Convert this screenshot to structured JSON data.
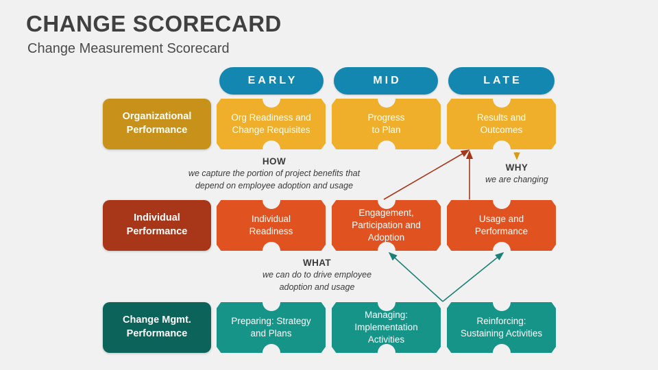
{
  "header": {
    "title": "CHANGE SCORECARD",
    "subtitle": "Change Measurement Scorecard"
  },
  "colors": {
    "background": "#f1f1f1",
    "tab_blue": "#1487b0",
    "gold_dark": "#c8921a",
    "gold_light": "#efaf2b",
    "rust_dark": "#a8371a",
    "rust_light": "#e0521f",
    "teal_dark": "#0b6359",
    "teal_light": "#169488",
    "arrow_red": "#a8371a",
    "arrow_teal": "#1a7f76",
    "arrow_gold": "#d99b12",
    "title_gray": "#404040"
  },
  "phases": [
    {
      "label": "EARLY"
    },
    {
      "label": "MID"
    },
    {
      "label": "LATE"
    }
  ],
  "rows": [
    {
      "label": "Organizational\nPerformance",
      "label_line1": "Organizational",
      "label_line2": "Performance",
      "cards": [
        {
          "line1": "Org Readiness and",
          "line2": "Change Requisites"
        },
        {
          "line1": "Progress",
          "line2": "to Plan"
        },
        {
          "line1": "Results and",
          "line2": "Outcomes"
        }
      ]
    },
    {
      "label": "Individual\nPerformance",
      "label_line1": "Individual",
      "label_line2": "Performance",
      "cards": [
        {
          "line1": "Individual",
          "line2": "Readiness"
        },
        {
          "line1": "Engagement,",
          "line2": "Participation and",
          "line3": "Adoption"
        },
        {
          "line1": "Usage and",
          "line2": "Performance"
        }
      ]
    },
    {
      "label": "Change Mgmt.\nPerformance",
      "label_line1": "Change Mgmt.",
      "label_line2": "Performance",
      "cards": [
        {
          "line1": "Preparing: Strategy",
          "line2": "and Plans"
        },
        {
          "line1": "Managing:",
          "line2": "Implementation",
          "line3": "Activities"
        },
        {
          "line1": "Reinforcing:",
          "line2": "Sustaining Activities"
        }
      ]
    }
  ],
  "annotations": {
    "how": {
      "head": "HOW",
      "line1": "we capture the portion of project benefits that",
      "line2": "depend on employee adoption and usage"
    },
    "why": {
      "head": "WHY",
      "line1": "we are changing"
    },
    "what": {
      "head": "WHAT",
      "line1": "we can do to drive employee",
      "line2": "adoption and usage"
    }
  }
}
